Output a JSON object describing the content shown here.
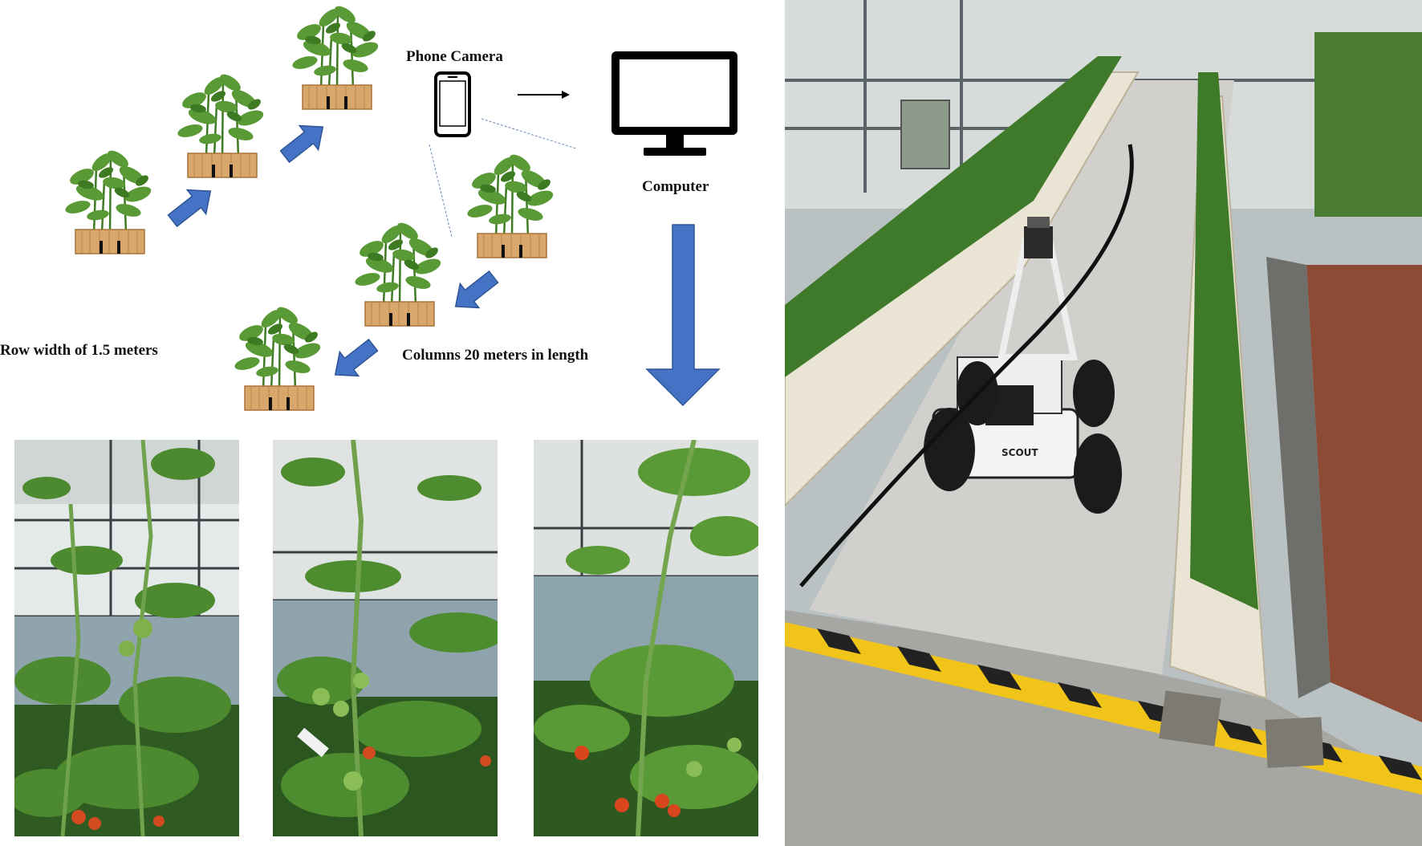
{
  "diagram": {
    "phone_label": "Phone Camera",
    "computer_label": "Computer",
    "row_width_label": "Row width of 1.5 meters",
    "columns_label": "Columns 20 meters in length",
    "colors": {
      "arrow_blue": "#4472c4",
      "arrow_blue_dark": "#2f5597",
      "plant_green": "#4e8b2e",
      "pot_tan": "#d9a66b"
    }
  },
  "photos": {
    "plant_photos": [
      "tomato-plant-photo-1",
      "tomato-plant-photo-2",
      "tomato-plant-photo-3"
    ],
    "greenhouse_photo": "greenhouse-robot-photo"
  },
  "robot": {
    "brand_text": "SCOUT"
  }
}
